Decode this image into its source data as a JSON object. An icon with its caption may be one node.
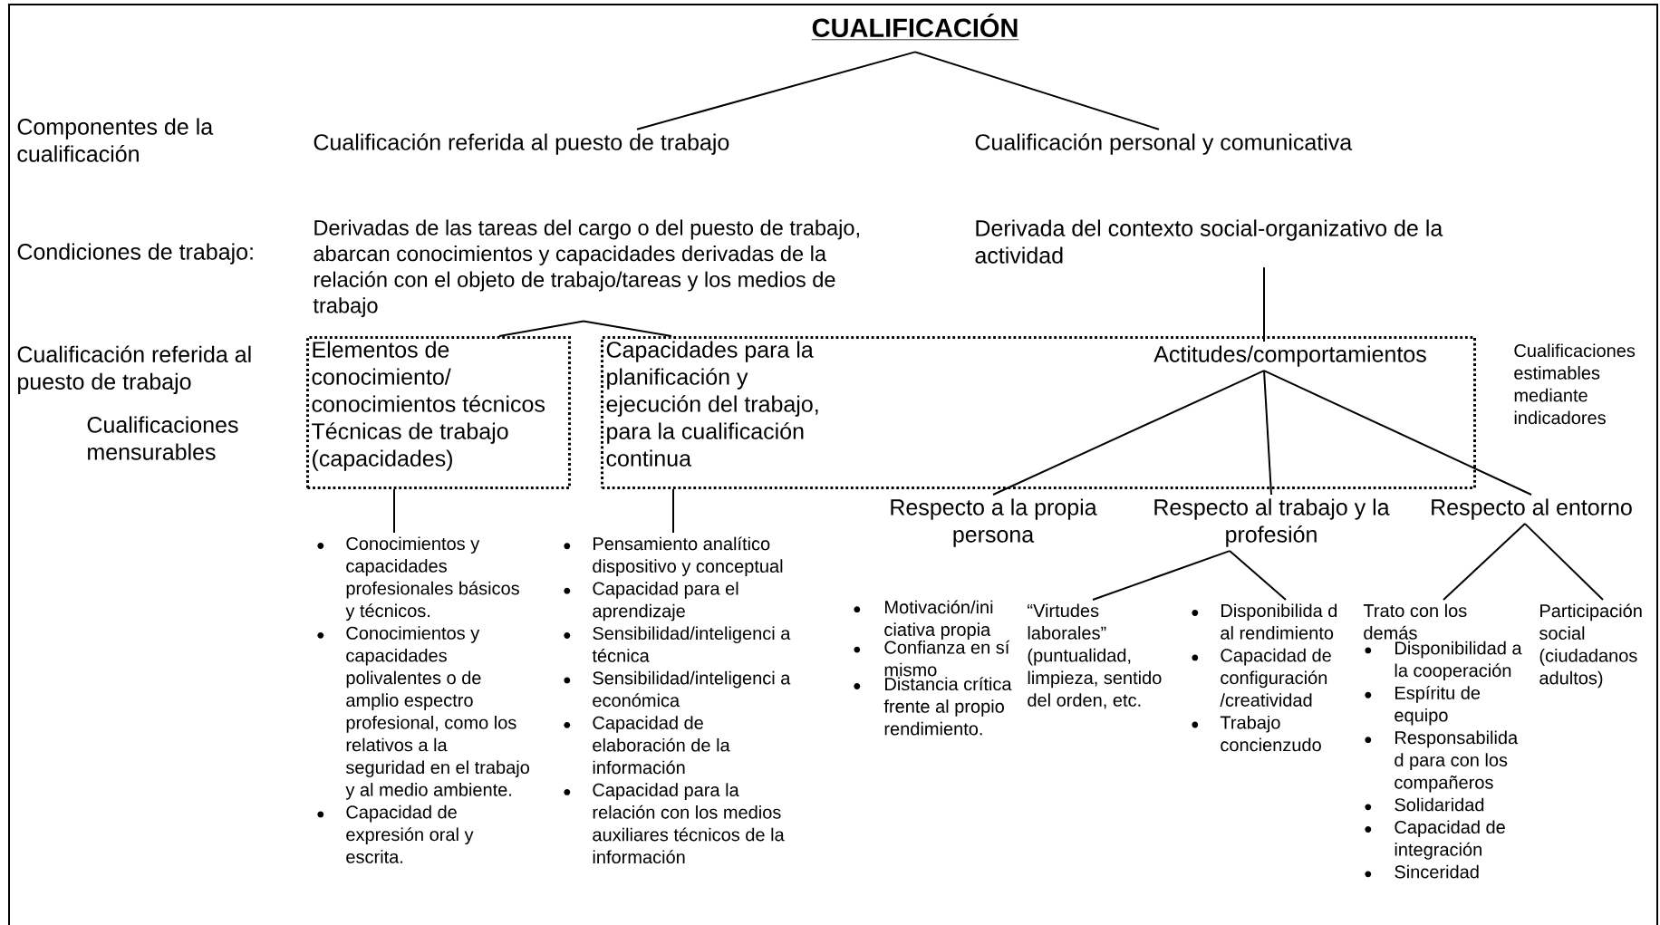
{
  "diagram": {
    "nodes": [
      {
        "text": [
          "CUALIFICACIÓN"
        ]
      },
      {
        "text": [
          "Cualificación referida al puesto de trabajo"
        ]
      },
      {
        "text": [
          "Cualificación personal y comunicativa"
        ]
      },
      {
        "text": [
          "Derivadas de las tareas del cargo o del puesto de trabajo, abarcan conocimientos y capacidades derivadas de la relación con el objeto de trabajo/tareas y los medios de trabajo"
        ]
      },
      {
        "text": [
          "Derivada del contexto social-organizativo de la actividad"
        ]
      },
      {
        "text": [
          "Elementos de conocimiento/ conocimientos técnicos Técnicas de trabajo (capacidades)"
        ]
      },
      {
        "text": [
          "Capacidades para la planificación y ejecución del trabajo, para la cualificación continua"
        ]
      },
      {
        "text": [
          "Actitudes/comportamientos"
        ],
        "in": 6
      },
      {
        "text": [
          "Conocimientos y capacidades profesionales básicos y técnicos.",
          "Conocimientos y capacidades polivalentes o de amplio espectro profesional, como los relativos a la seguridad en el trabajo y al medio ambiente.",
          "Capacidad de expresión oral y escrita."
        ]
      },
      {
        "text": [
          "Pensamiento analítico dispositivo y conceptual",
          "Capacidad para el aprendizaje",
          "Sensibilidad/inteligenci a técnica",
          "Sensibilidad/inteligenci a económica",
          "Capacidad de elaboración de la información",
          "Capacidad para la relación con los medios auxiliares técnicos de la información"
        ]
      },
      {
        "text": [
          "Respecto a la propia persona"
        ]
      },
      {
        "text": [
          "Respecto al trabajo y la profesión"
        ]
      },
      {
        "text": [
          "Respecto al entorno"
        ]
      },
      {
        "text": [
          "“Virtudes laborales” (puntualidad, limpieza, sentido del orden, etc."
        ]
      },
      {
        "text": [
          "Disponibilida d al rendimiento",
          "Capacidad de configuración /creatividad",
          "Trabajo concienzudo"
        ]
      },
      {
        "text": [
          "Trato con los demás",
          "Disponibilidad a la cooperación",
          "Espíritu de equipo",
          "Responsabilida d para con los compañeros",
          "Solidaridad",
          "Capacidad de integración",
          "Sinceridad"
        ]
      },
      {
        "text": [
          "Participación social (ciudadanos adultos)"
        ]
      }
    ],
    "edges": [
      {
        "from": 0,
        "to": 1,
        "arrow": "none"
      },
      {
        "from": 0,
        "to": 2,
        "arrow": "none"
      },
      {
        "from": 3,
        "to": 5,
        "arrow": "none"
      },
      {
        "from": 3,
        "to": 6,
        "arrow": "none"
      },
      {
        "from": 4,
        "to": 7,
        "arrow": "none"
      },
      {
        "from": 5,
        "to": 8,
        "arrow": "none"
      },
      {
        "from": 6,
        "to": 9,
        "arrow": "none"
      },
      {
        "from": 7,
        "to": 10,
        "arrow": "none"
      },
      {
        "from": 7,
        "to": 11,
        "arrow": "none"
      },
      {
        "from": 7,
        "to": 12,
        "arrow": "none"
      },
      {
        "from": 11,
        "to": 13,
        "arrow": "none"
      },
      {
        "from": 11,
        "to": 14,
        "arrow": "none"
      },
      {
        "from": 12,
        "to": 15,
        "arrow": "none"
      },
      {
        "from": 12,
        "to": 16,
        "arrow": "none"
      }
    ],
    "labels": [
      "Componentes de la cualificación",
      "Condiciones de trabajo:",
      "Cualificación referida al puesto de trabajo",
      "Cualificaciones estimables mediante indicadores",
      "Cualificaciones mensurables",
      "Motivación/ini ciativa propia",
      "Confianza en sí mismo",
      "Distancia crítica frente al propio rendimiento."
    ]
  }
}
